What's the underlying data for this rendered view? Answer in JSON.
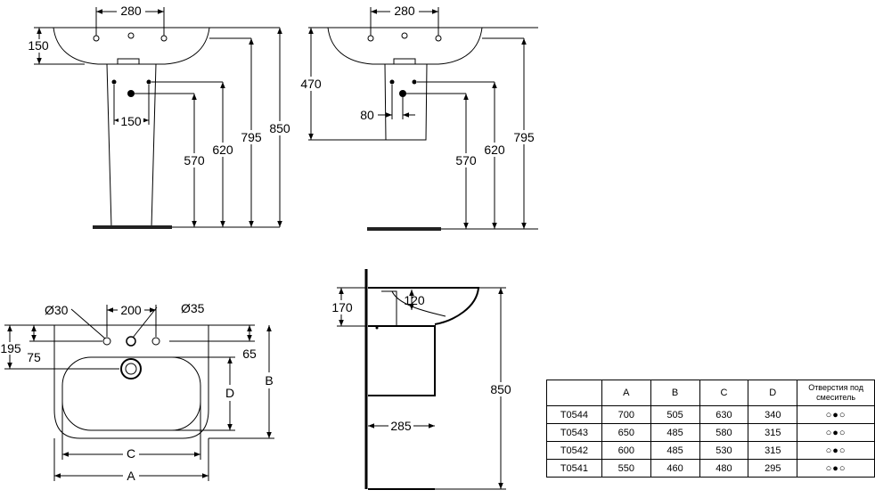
{
  "top_left_view": {
    "dims": {
      "tap_spacing": "280",
      "bowl_height": "150",
      "bolt_spacing": "150",
      "outlet_height": "570",
      "fixing_height": "620",
      "rim_height": "795",
      "total_height": "850"
    }
  },
  "top_right_view": {
    "dims": {
      "tap_spacing": "280",
      "wall_height": "470",
      "outlet_offset": "80",
      "outlet_height": "570",
      "fixing_height": "620",
      "rim_height": "795"
    }
  },
  "plan_view": {
    "dims": {
      "hole_small": "Ø30",
      "hole_large": "Ø35",
      "hole_spacing": "200",
      "depth_rear": "195",
      "depth_holes": "75",
      "depth_bowl": "65"
    },
    "letters": {
      "a": "A",
      "b": "B",
      "c": "C",
      "d": "D"
    }
  },
  "side_view": {
    "dims": {
      "bowl_depth": "170",
      "waste_depth": "120",
      "projection": "285",
      "total_height": "850"
    }
  },
  "table": {
    "headers": [
      "",
      "A",
      "B",
      "C",
      "D",
      "Отверстия под смеситель"
    ],
    "rows": [
      [
        "T0544",
        "700",
        "505",
        "630",
        "340",
        "○●○"
      ],
      [
        "T0543",
        "650",
        "485",
        "580",
        "315",
        "○●○"
      ],
      [
        "T0542",
        "600",
        "485",
        "530",
        "315",
        "○●○"
      ],
      [
        "T0541",
        "550",
        "460",
        "480",
        "295",
        "○●○"
      ]
    ]
  }
}
